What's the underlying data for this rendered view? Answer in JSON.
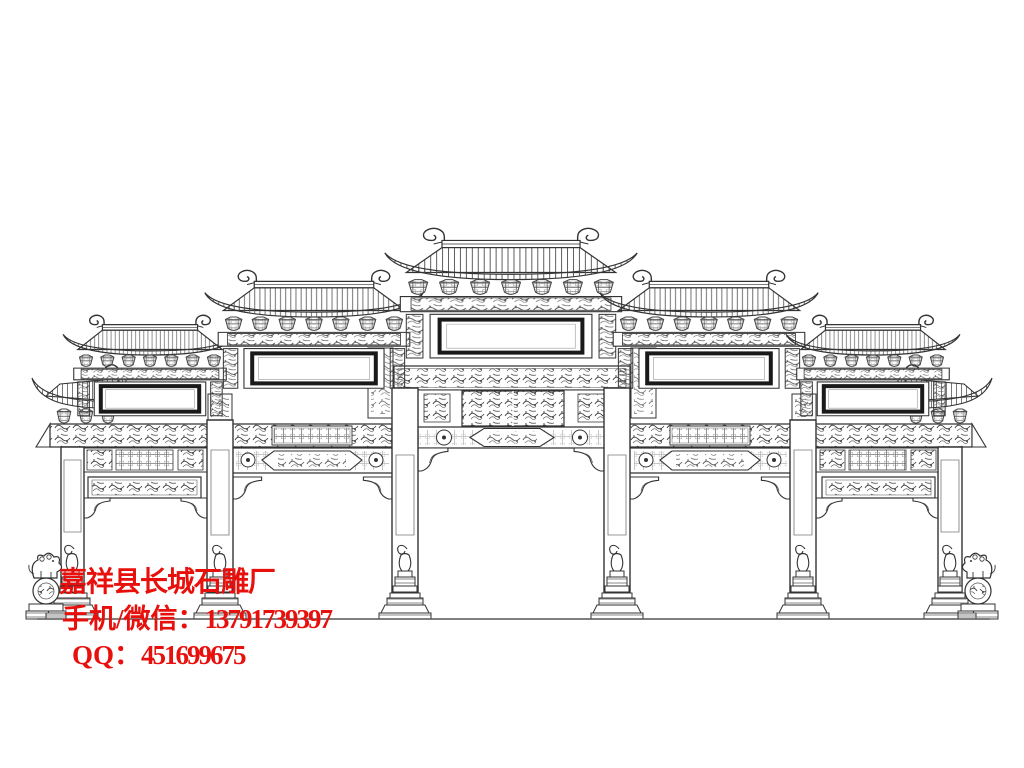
{
  "colors": {
    "background": "#ffffff",
    "ink": "#333333",
    "texture_gray": "#666666",
    "text_red": "#e8100c"
  },
  "drawing": {
    "subject_visible_features": "five-gate stone archway, six pillars, five blank plaques, two guardian lions, ground line",
    "gates": 5,
    "pillars": 6,
    "blank_plaques": 5,
    "lions": 2,
    "plaque_text": ""
  },
  "contact": {
    "company": "嘉祥县长城石雕厂",
    "phone_label": "手机/微信：",
    "phone_number": "13791739397",
    "qq_label": "QQ：",
    "qq_number": "451699675"
  }
}
